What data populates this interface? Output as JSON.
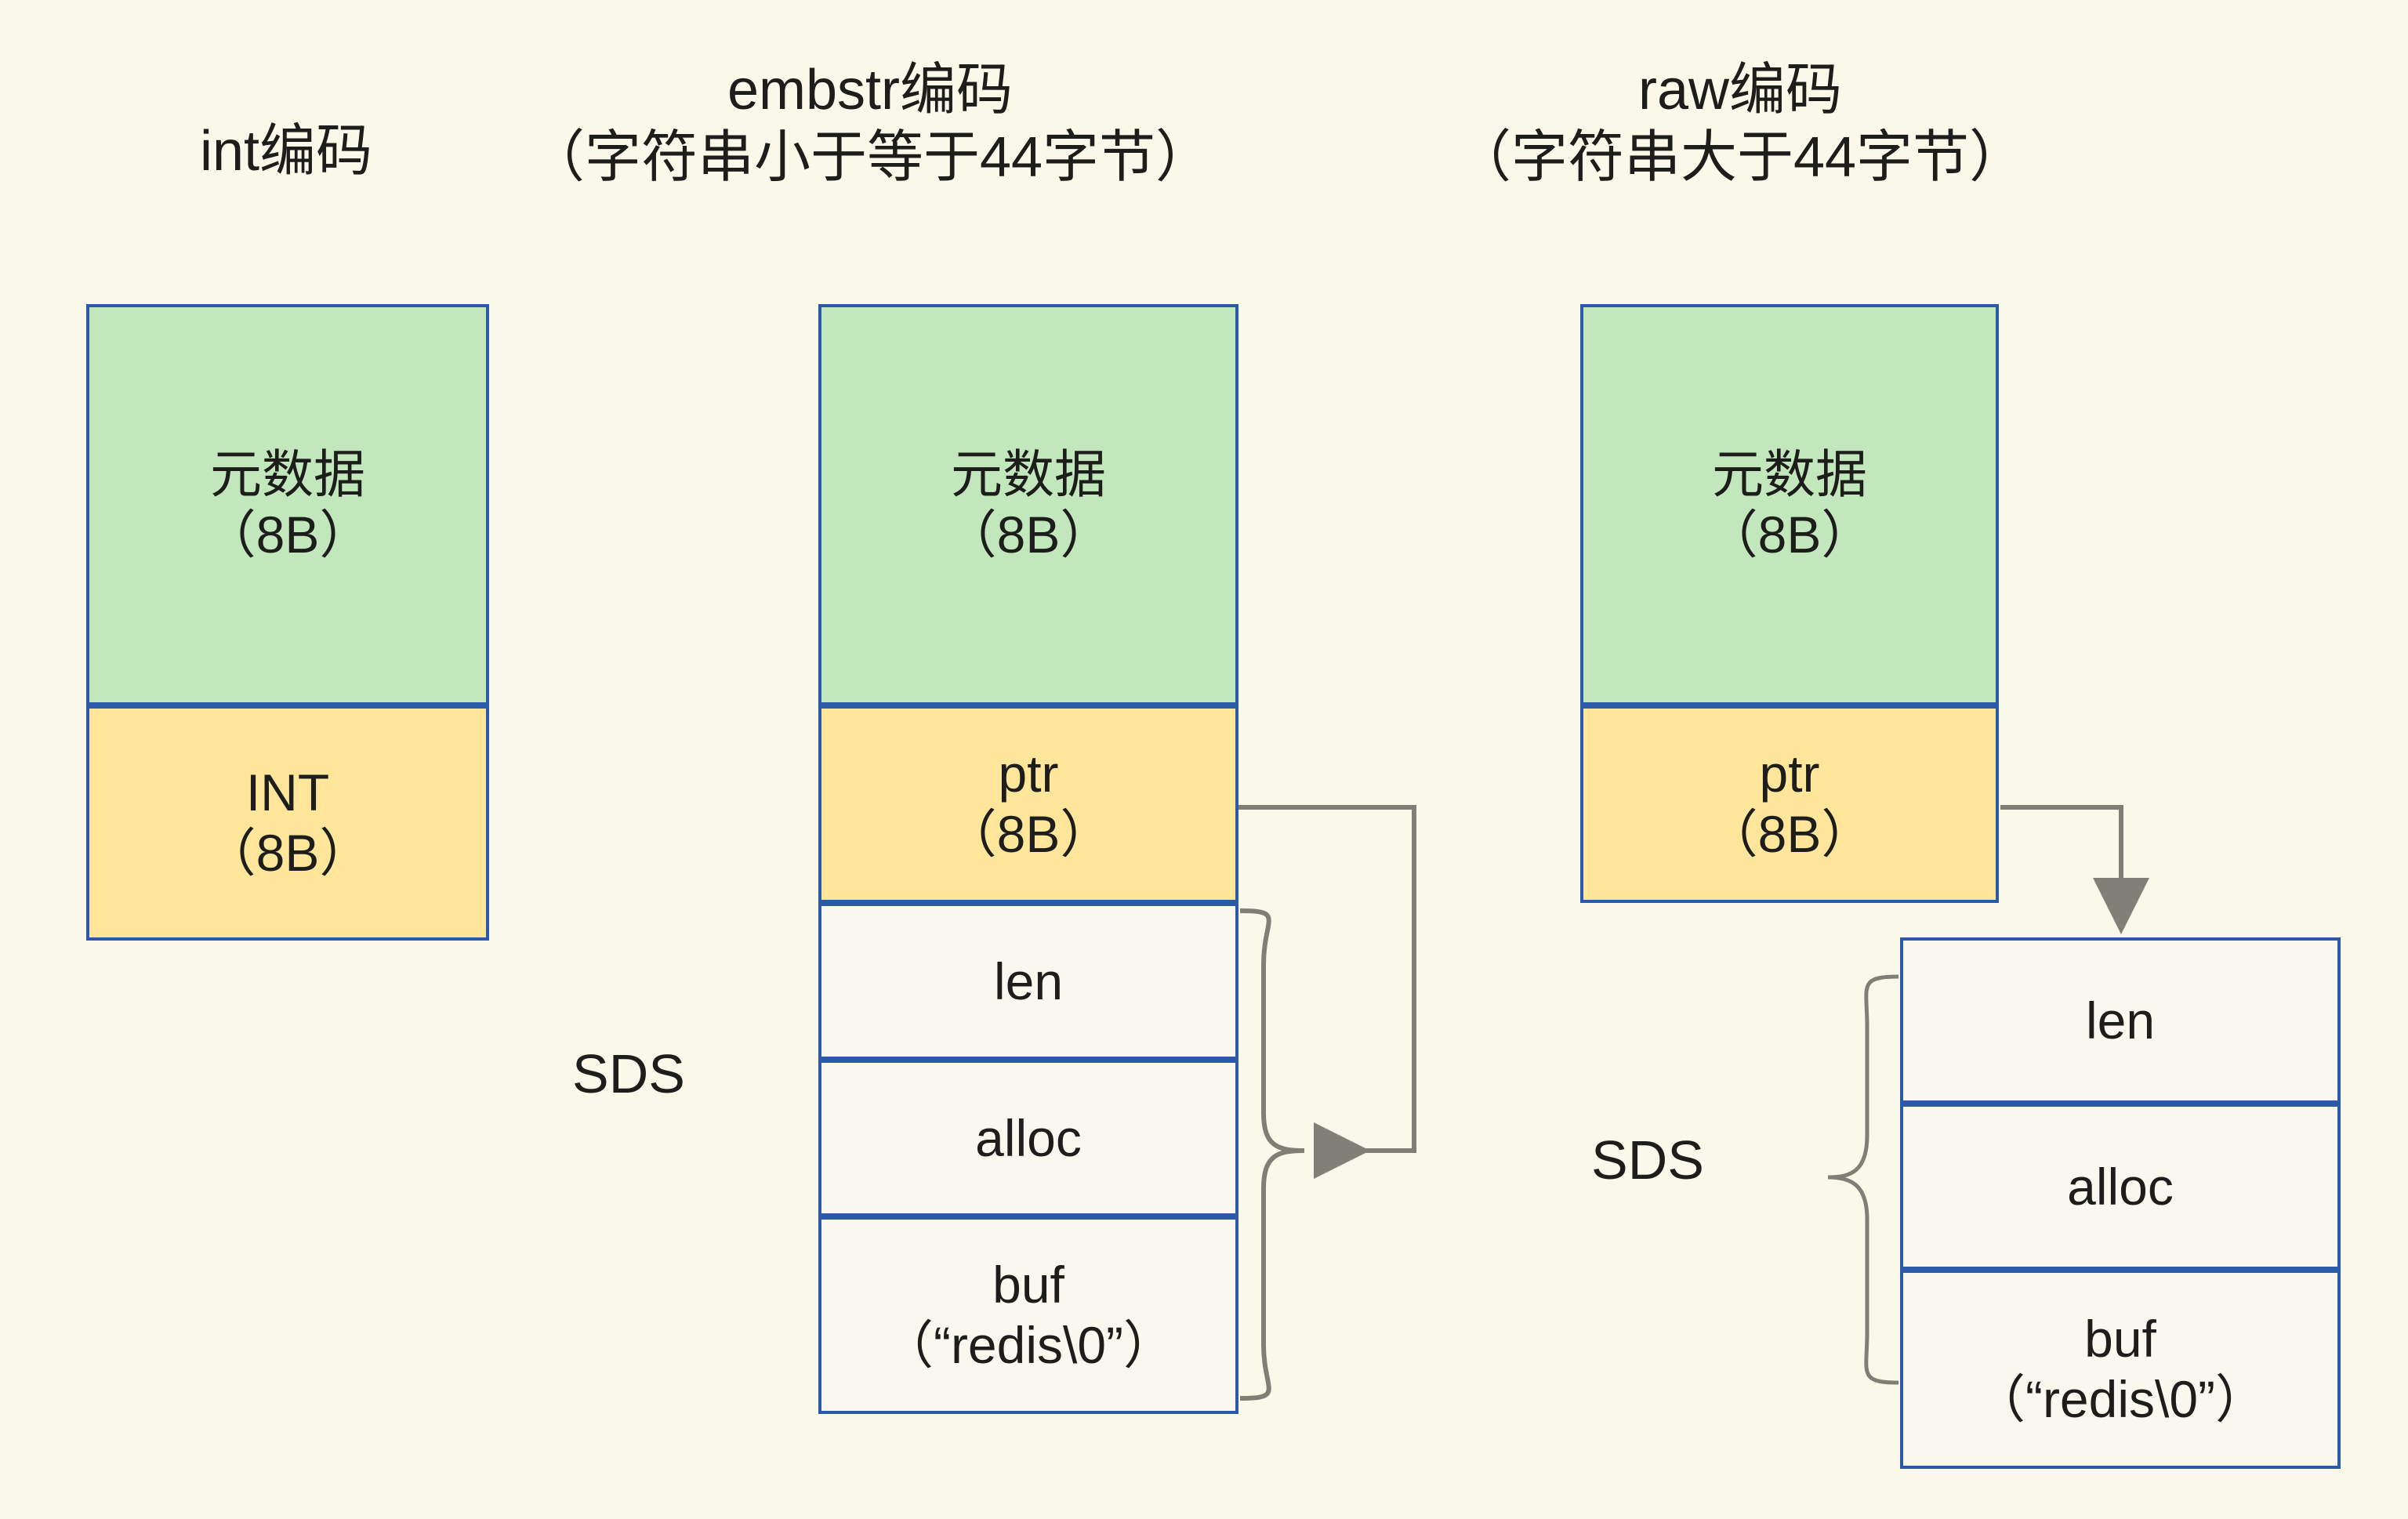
{
  "diagram": {
    "background_color": "#FAF8E8",
    "border_color": "#2B5BA8",
    "metadata_fill": "#C3E7BC",
    "pointer_fill": "#FFE69A",
    "connector_color": "#7F7F76",
    "columns": [
      {
        "id": "int",
        "title": "int编码",
        "subtitle": "",
        "cells": [
          {
            "name": "元数据",
            "size": "（8B）",
            "fill": "green"
          },
          {
            "name": "INT",
            "size": "（8B）",
            "fill": "yellow"
          }
        ]
      },
      {
        "id": "embstr",
        "title": "embstr编码",
        "subtitle": "（字符串小于等于44字节）",
        "sds_label": "SDS",
        "cells": [
          {
            "name": "元数据",
            "size": "（8B）",
            "fill": "green"
          },
          {
            "name": "ptr",
            "size": "（8B）",
            "fill": "yellow"
          },
          {
            "name": "len",
            "size": "",
            "fill": "plain"
          },
          {
            "name": "alloc",
            "size": "",
            "fill": "plain"
          },
          {
            "name": "buf",
            "size": "（“redis\\0”）",
            "fill": "plain"
          }
        ]
      },
      {
        "id": "raw",
        "title": "raw编码",
        "subtitle": "（字符串大于44字节）",
        "sds_label": "SDS",
        "cells": [
          {
            "name": "元数据",
            "size": "（8B）",
            "fill": "green"
          },
          {
            "name": "ptr",
            "size": "（8B）",
            "fill": "yellow"
          }
        ],
        "sds_cells": [
          {
            "name": "len",
            "size": "",
            "fill": "plain"
          },
          {
            "name": "alloc",
            "size": "",
            "fill": "plain"
          },
          {
            "name": "buf",
            "size": "（“redis\\0”）",
            "fill": "plain"
          }
        ]
      }
    ],
    "connectors": [
      {
        "from": "embstr.ptr",
        "to": "embstr.sds-brace",
        "style": "orthogonal-left-arrow"
      },
      {
        "from": "raw.ptr",
        "to": "raw.sds-box-top",
        "style": "orthogonal-down-arrow"
      }
    ]
  }
}
